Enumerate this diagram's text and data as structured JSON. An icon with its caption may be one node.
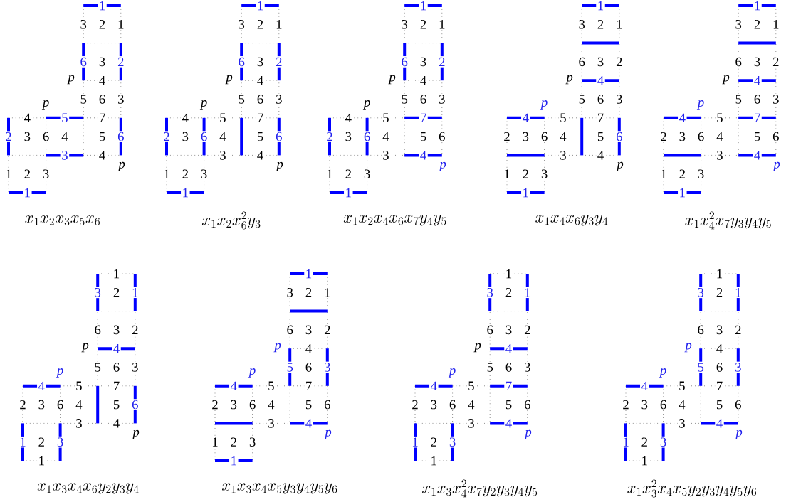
{
  "diagram": {
    "labels": [
      "1",
      "3",
      "2",
      "1",
      "6",
      "3",
      "2",
      "p",
      "4",
      "5",
      "6",
      "3",
      "p",
      "4",
      "5",
      "7",
      "2",
      "3",
      "6",
      "4",
      "5",
      "6",
      "3",
      "4",
      "p",
      "1",
      "2",
      "3",
      "1",
      "x_1x_2x_3x_5x_6",
      "1",
      "3",
      "2",
      "1",
      "6",
      "3",
      "2",
      "p",
      "4",
      "5",
      "6",
      "3",
      "p",
      "4",
      "5",
      "7",
      "2",
      "3",
      "6",
      "4",
      "5",
      "6",
      "3",
      "4",
      "p",
      "1",
      "2",
      "3",
      "1",
      "x_1x_2x_6^2y_3",
      "1",
      "3",
      "2",
      "1",
      "6",
      "3",
      "2",
      "p",
      "4",
      "5",
      "6",
      "3",
      "p",
      "4",
      "5",
      "7",
      "2",
      "3",
      "6",
      "4",
      "5",
      "6",
      "3",
      "4",
      "p",
      "1",
      "2",
      "3",
      "1",
      "x_1x_2x_4x_6x_7y_4y_5",
      "1",
      "3",
      "2",
      "1",
      "6",
      "3",
      "2",
      "p",
      "4",
      "5",
      "6",
      "3",
      "p",
      "4",
      "5",
      "7",
      "2",
      "3",
      "6",
      "4",
      "5",
      "6",
      "3",
      "4",
      "p",
      "1",
      "2",
      "3",
      "1",
      "x_1x_4x_6y_3y_4",
      "1",
      "3",
      "2",
      "1",
      "6",
      "3",
      "2",
      "p",
      "4",
      "5",
      "6",
      "3",
      "p",
      "4",
      "5",
      "7",
      "2",
      "3",
      "6",
      "4",
      "5",
      "6",
      "3",
      "4",
      "p",
      "1",
      "2",
      "3",
      "1",
      "x_1x_4^2x_7y_3y_4y_5",
      "1",
      "3",
      "2",
      "1",
      "6",
      "3",
      "2",
      "p",
      "4",
      "5",
      "6",
      "3",
      "p",
      "4",
      "5",
      "7",
      "2",
      "3",
      "6",
      "4",
      "5",
      "6",
      "3",
      "4",
      "p",
      "1",
      "2",
      "3",
      "1",
      "x_1x_3x_4x_6y_2y_3y_4",
      "1",
      "3",
      "2",
      "1",
      "6",
      "3",
      "2",
      "p",
      "4",
      "5",
      "6",
      "3",
      "p",
      "4",
      "5",
      "7",
      "2",
      "3",
      "6",
      "4",
      "5",
      "6",
      "3",
      "4",
      "p",
      "1",
      "2",
      "3",
      "1",
      "x_1x_3x_4x_5y_3y_4y_5y_6",
      "1",
      "3",
      "2",
      "1",
      "6",
      "3",
      "2",
      "p",
      "4",
      "5",
      "6",
      "3",
      "p",
      "4",
      "5",
      "7",
      "2",
      "3",
      "6",
      "4",
      "5",
      "6",
      "3",
      "4",
      "p",
      "1",
      "2",
      "3",
      "1",
      "x_1x_3x_4^2x_7y_2y_3y_4y_5",
      "1",
      "3",
      "2",
      "1",
      "6",
      "3",
      "2",
      "p",
      "4",
      "5",
      "6",
      "3",
      "p",
      "4",
      "5",
      "7",
      "2",
      "3",
      "6",
      "4",
      "5",
      "6",
      "3",
      "4",
      "p",
      "1",
      "2",
      "3",
      "1",
      "x_1x_3^2x_4x_5y_2y_3y_4y_5y_6"
    ]
  }
}
